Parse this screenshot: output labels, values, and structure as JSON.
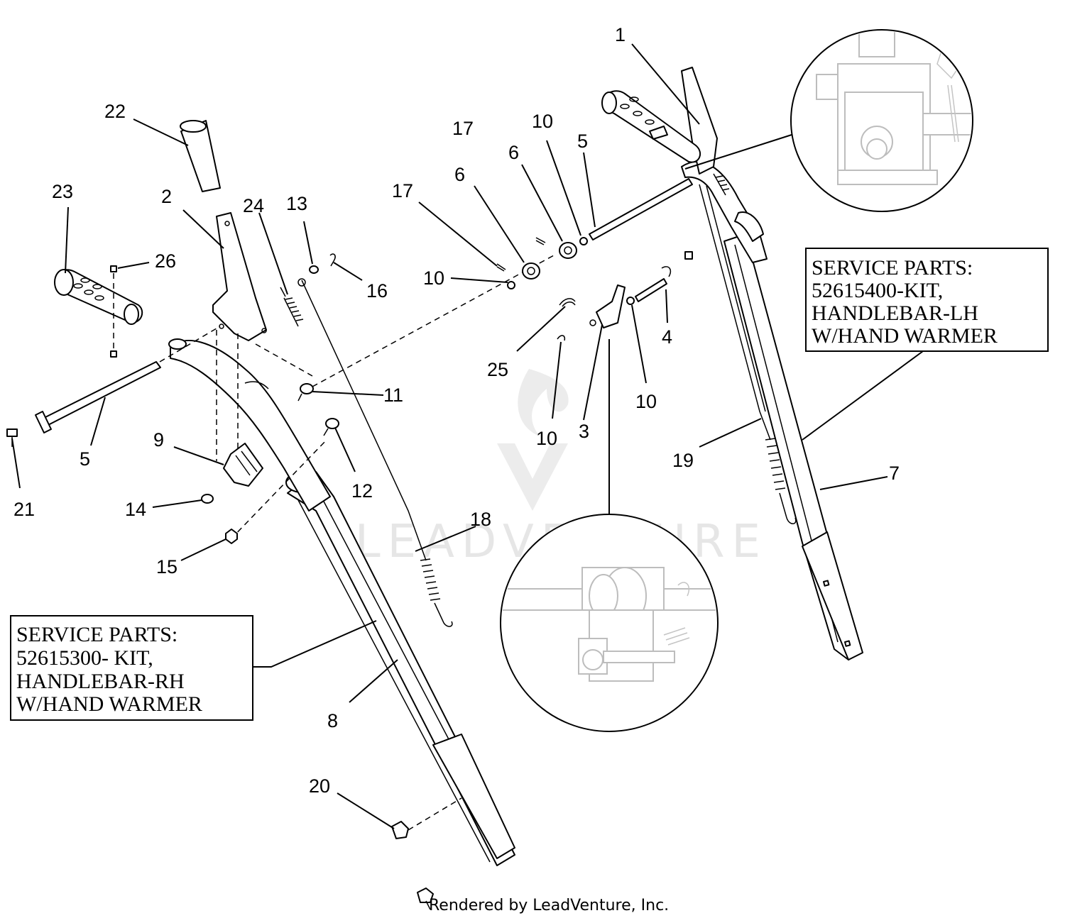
{
  "callouts": [
    {
      "id": "c1",
      "label": "1"
    },
    {
      "id": "c2",
      "label": "2"
    },
    {
      "id": "c3",
      "label": "3"
    },
    {
      "id": "c4",
      "label": "4"
    },
    {
      "id": "c5a",
      "label": "5"
    },
    {
      "id": "c5b",
      "label": "5"
    },
    {
      "id": "c6a",
      "label": "6"
    },
    {
      "id": "c6b",
      "label": "6"
    },
    {
      "id": "c7",
      "label": "7"
    },
    {
      "id": "c8",
      "label": "8"
    },
    {
      "id": "c9",
      "label": "9"
    },
    {
      "id": "c10a",
      "label": "10"
    },
    {
      "id": "c10b",
      "label": "10"
    },
    {
      "id": "c10c",
      "label": "10"
    },
    {
      "id": "c10d",
      "label": "10"
    },
    {
      "id": "c11",
      "label": "11"
    },
    {
      "id": "c12",
      "label": "12"
    },
    {
      "id": "c13",
      "label": "13"
    },
    {
      "id": "c14",
      "label": "14"
    },
    {
      "id": "c15",
      "label": "15"
    },
    {
      "id": "c16",
      "label": "16"
    },
    {
      "id": "c17a",
      "label": "17"
    },
    {
      "id": "c17b",
      "label": "17"
    },
    {
      "id": "c18",
      "label": "18"
    },
    {
      "id": "c19",
      "label": "19"
    },
    {
      "id": "c20",
      "label": "20"
    },
    {
      "id": "c21",
      "label": "21"
    },
    {
      "id": "c22",
      "label": "22"
    },
    {
      "id": "c23",
      "label": "23"
    },
    {
      "id": "c24",
      "label": "24"
    },
    {
      "id": "c25",
      "label": "25"
    },
    {
      "id": "c26",
      "label": "26"
    }
  ],
  "service_box_lh": {
    "lines": [
      "SERVICE PARTS:",
      "52615400-KIT,",
      "HANDLEBAR-LH",
      "W/HAND WARMER"
    ]
  },
  "service_box_rh": {
    "lines": [
      "SERVICE PARTS:",
      "52615300- KIT,",
      "HANDLEBAR-RH",
      "W/HAND WARMER"
    ]
  },
  "watermark": {
    "text": "LEADVENTURE"
  },
  "footer": {
    "text": "Rendered by LeadVenture, Inc."
  }
}
